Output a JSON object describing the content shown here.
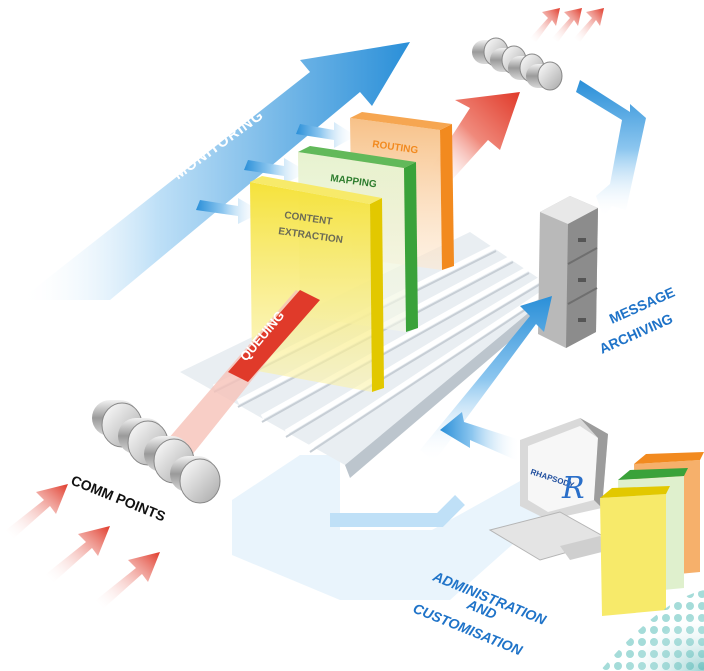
{
  "labels": {
    "monitoring": "MONITORING",
    "routing": "ROUTING",
    "mapping": "MAPPING",
    "content_line1": "CONTENT",
    "content_line2": "EXTRACTION",
    "queuing": "QUEUING",
    "comm_points": "COMM POINTS",
    "archiving_line1": "MESSAGE",
    "archiving_line2": "ARCHIVING",
    "admin_line1": "ADMINISTRATION",
    "admin_line2": "AND",
    "admin_line3": "CUSTOMISATION",
    "brand": "RHAPSODY"
  },
  "colors": {
    "blue": "#2a8fd8",
    "light_blue": "#bfe0f7",
    "red": "#e03a2a",
    "orange": "#f28a1f",
    "green": "#3aa23a",
    "yellow": "#f5e23a",
    "label_blue": "#1f73c8"
  }
}
